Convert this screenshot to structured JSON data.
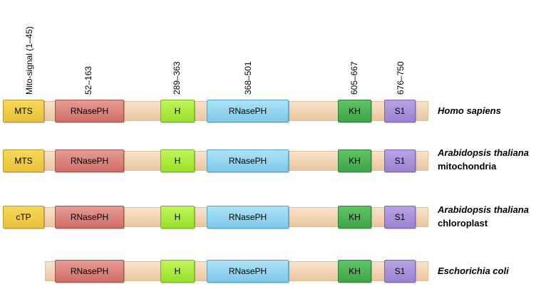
{
  "position_labels": {
    "mito_signal": "Mito-signal (1–45)",
    "rnaseph1": "52–163",
    "h": "289–363",
    "rnaseph2": "368–501",
    "kh": "605–667",
    "s1": "676–750"
  },
  "rows": [
    {
      "species": "Homo sapiens",
      "note": "",
      "signal": "MTS",
      "domains": {
        "rnaseph1": "RNasePH",
        "h": "H",
        "rnaseph2": "RNasePH",
        "kh": "KH",
        "s1": "S1"
      }
    },
    {
      "species": "Arabidopsis thaliana",
      "note": "mitochondria",
      "signal": "MTS",
      "domains": {
        "rnaseph1": "RNasePH",
        "h": "H",
        "rnaseph2": "RNasePH",
        "kh": "KH",
        "s1": "S1"
      }
    },
    {
      "species": "Arabidopsis thaliana",
      "note": "chloroplast",
      "signal": "cTP",
      "domains": {
        "rnaseph1": "RNasePH",
        "h": "H",
        "rnaseph2": "RNasePH",
        "kh": "KH",
        "s1": "S1"
      }
    },
    {
      "species": "Eschorichia coli",
      "note": "",
      "signal": "",
      "domains": {
        "rnaseph1": "RNasePH",
        "h": "H",
        "rnaseph2": "RNasePH",
        "kh": "KH",
        "s1": "S1"
      }
    }
  ],
  "colors": {
    "backbone": "#f1d3b3",
    "signal": "#e9c13a",
    "rnaseph1": "#cf6d66",
    "h": "#98e02a",
    "rnaseph2": "#7dc8ea",
    "kh": "#3ea548",
    "s1": "#9a83d2"
  }
}
